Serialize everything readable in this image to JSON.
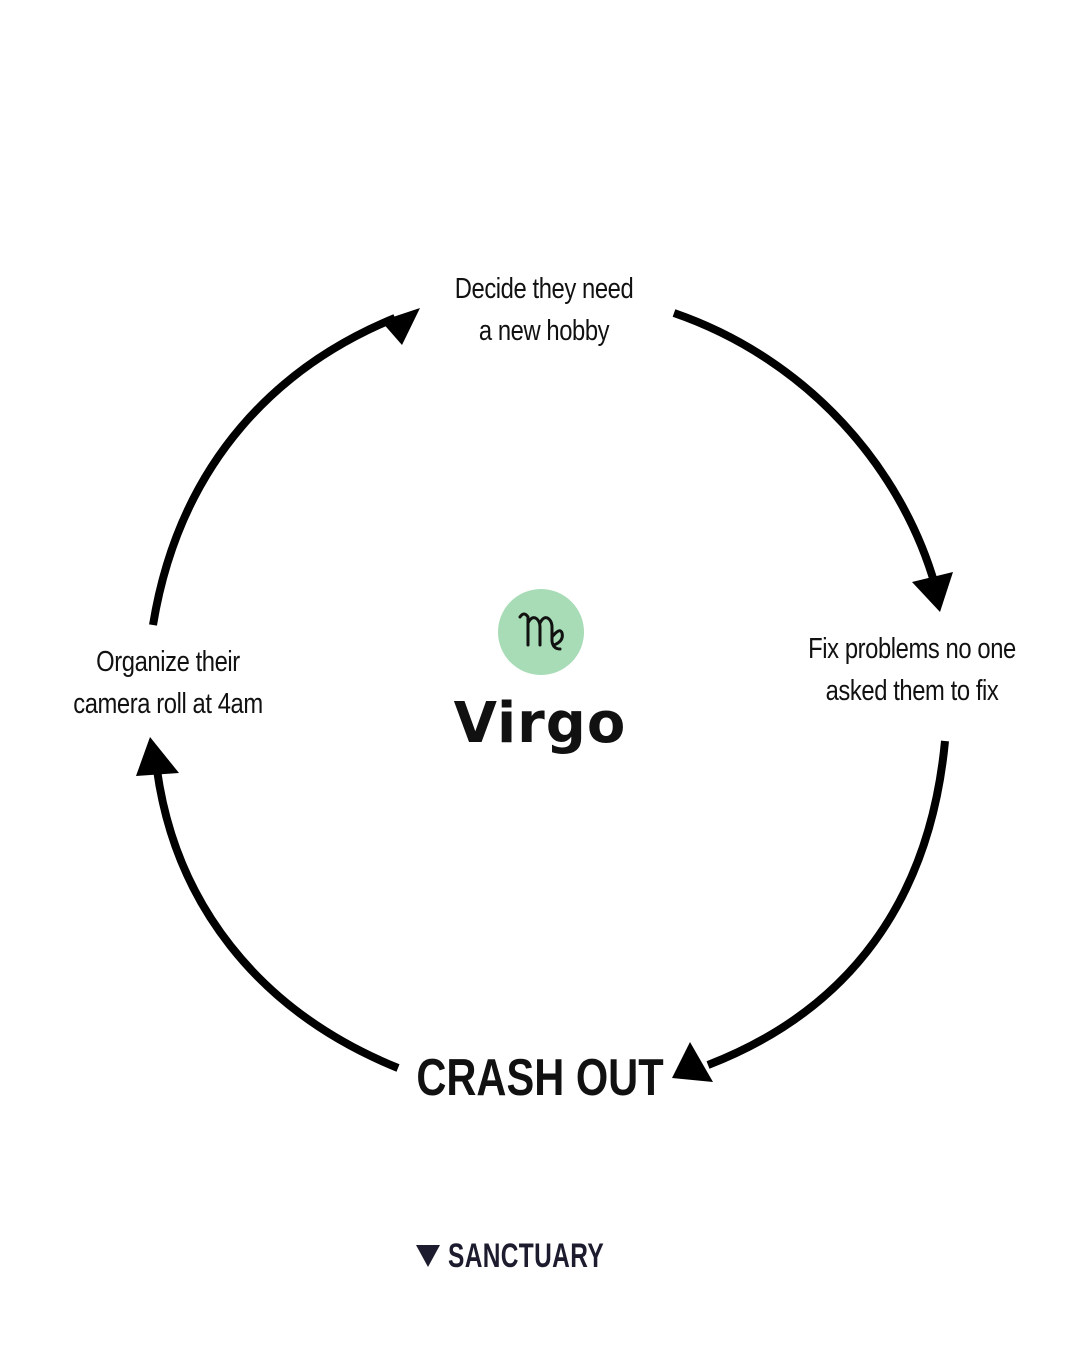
{
  "diagram": {
    "sign": {
      "name": "Virgo",
      "glyph": "♍",
      "badge_color": "#a7dcb6"
    },
    "nodes": {
      "top": [
        "Decide they need",
        "a new hobby"
      ],
      "right": [
        "Fix problems no one",
        "asked them to fix"
      ],
      "bottom": [
        "CRASH OUT"
      ],
      "left": [
        "Organize their",
        "camera roll at 4am"
      ]
    },
    "arrow_color": "#000000"
  },
  "footer": {
    "brand": "SANCTUARY",
    "brand_color": "#1c1c2e"
  }
}
